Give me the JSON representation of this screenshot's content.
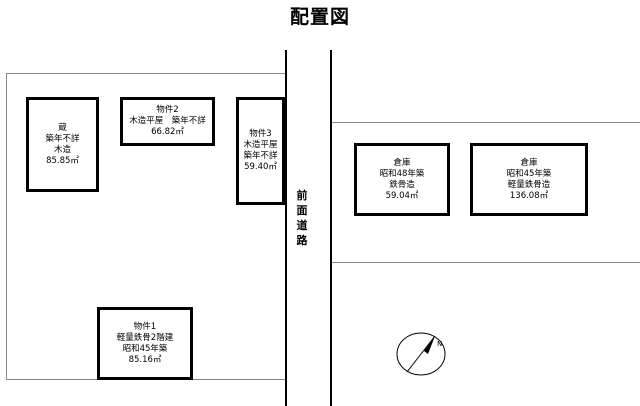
{
  "title": "配置図",
  "road": {
    "chars": [
      "前",
      "面",
      "道",
      "路"
    ]
  },
  "buildings": {
    "kura": {
      "lines": [
        "蔵",
        "築年不詳",
        "木造",
        "85.85㎡"
      ]
    },
    "bukken2": {
      "lines": [
        "物件2",
        "木造平屋　築年不詳",
        "66.82㎡"
      ]
    },
    "bukken3": {
      "lines": [
        "物件3",
        "木造平屋",
        "築年不詳",
        "59.40㎡"
      ]
    },
    "bukken1": {
      "lines": [
        "物件1",
        "軽量鉄骨2階建",
        "昭和45年築",
        "85.16㎡"
      ]
    },
    "souko1": {
      "lines": [
        "倉庫",
        "昭和48年築",
        "鉄骨造",
        "59.04㎡"
      ]
    },
    "souko2": {
      "lines": [
        "倉庫",
        "昭和45年築",
        "軽量鉄骨造",
        "136.08㎡"
      ]
    }
  },
  "compass": {
    "icon": "north-arrow-icon"
  }
}
